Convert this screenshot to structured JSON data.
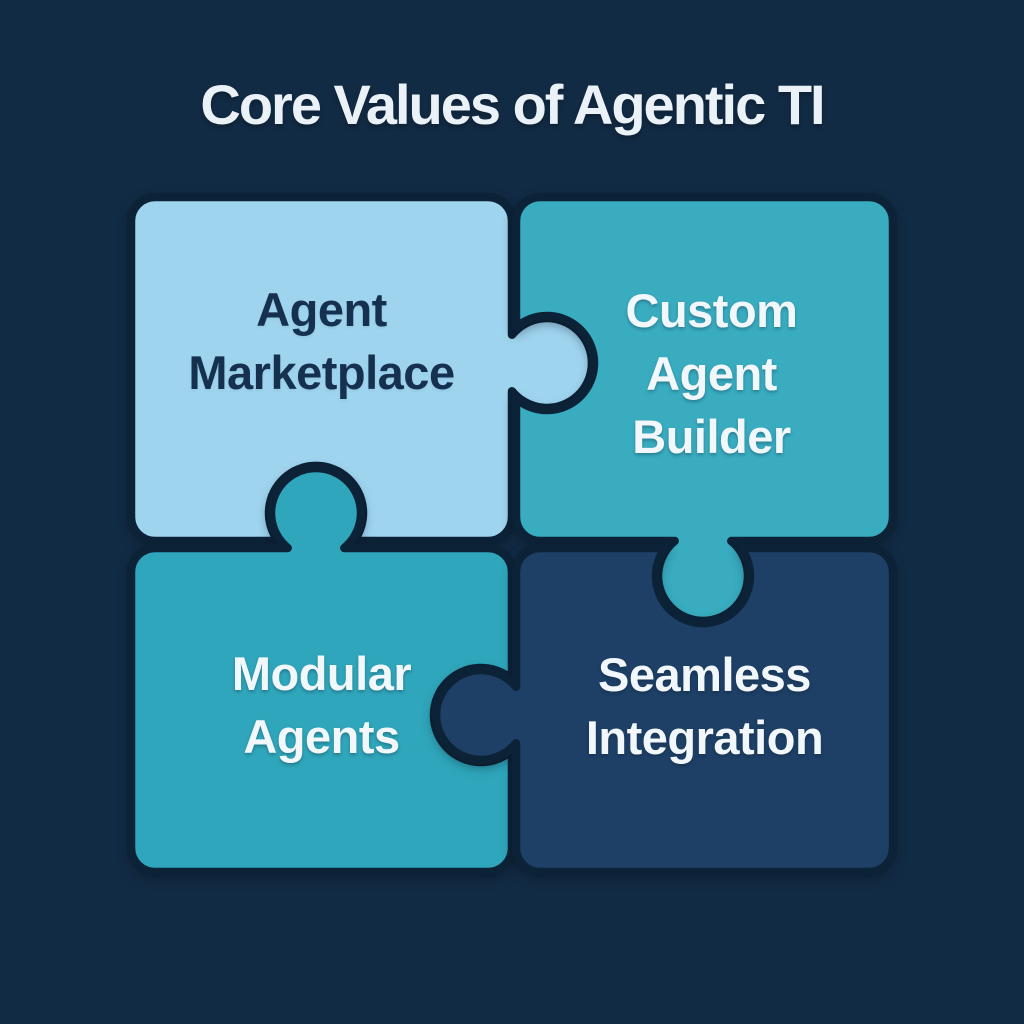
{
  "title": "Core Values of Agentic TI",
  "colors": {
    "background": "#122B44",
    "piece_outline": "#0C2236",
    "title_text": "#EAF1F7",
    "dark_text": "#16314F",
    "light_text": "#F1F7FB"
  },
  "pieces": [
    {
      "name": "Agent Marketplace",
      "fill": "#9FD4EF",
      "lines": [
        "Agent",
        "Marketplace"
      ]
    },
    {
      "name": "Custom Agent Builder",
      "fill": "#39ACC0",
      "lines": [
        "Custom",
        "Agent",
        "Builder"
      ]
    },
    {
      "name": "Modular Agents",
      "fill": "#2FA6BB",
      "lines": [
        "Modular",
        "Agents"
      ]
    },
    {
      "name": "Seamless Integration",
      "fill": "#1E4066",
      "lines": [
        "Seamless",
        "Integration"
      ]
    }
  ]
}
